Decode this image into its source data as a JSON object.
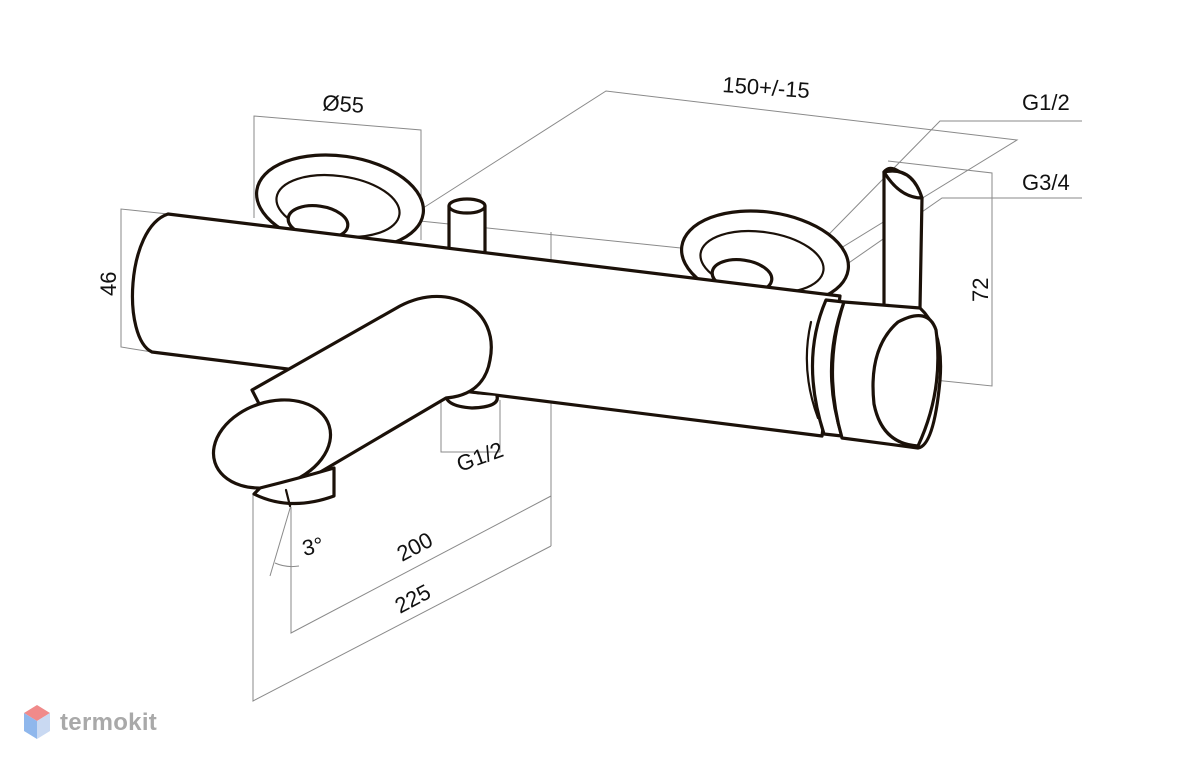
{
  "dimensions": {
    "flange_diameter": "Ø55",
    "center_distance": "150+/-15",
    "inlet_thread_top": "G1/2",
    "outlet_thread": "G3/4",
    "body_diameter": "46",
    "handle_height": "72",
    "bottom_thread": "G1/2",
    "spout_angle": "3°",
    "spout_reach_inner": "200",
    "spout_reach_outer": "225"
  },
  "brand": {
    "name": "termokit",
    "colors": {
      "top": "#f08a8a",
      "left": "#8fb7ec",
      "right": "#c9d9f2",
      "text": "#a9a9a9"
    }
  },
  "colors": {
    "ink": "#1b1109",
    "dimension_lines": "#8a8a8a"
  }
}
